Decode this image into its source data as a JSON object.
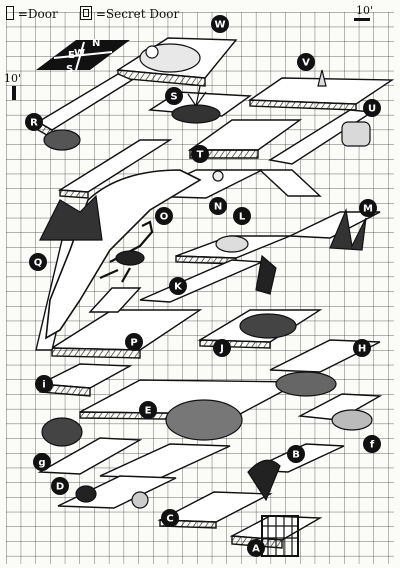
{
  "legend": {
    "door_label": "=Door",
    "secret_door_label": "=Secret Door",
    "scale_top": "10'",
    "scale_left": "10'"
  },
  "compass": {
    "n": "N",
    "e": "E",
    "s": "S",
    "w": "W"
  },
  "rooms": [
    {
      "id": "A",
      "name": "A"
    },
    {
      "id": "B",
      "name": "B"
    },
    {
      "id": "C",
      "name": "C"
    },
    {
      "id": "D",
      "name": "D"
    },
    {
      "id": "E",
      "name": "E"
    },
    {
      "id": "f",
      "name": "f"
    },
    {
      "id": "g",
      "name": "g"
    },
    {
      "id": "H",
      "name": "H"
    },
    {
      "id": "i",
      "name": "i"
    },
    {
      "id": "J",
      "name": "J"
    },
    {
      "id": "K",
      "name": "K"
    },
    {
      "id": "L",
      "name": "L"
    },
    {
      "id": "M",
      "name": "M"
    },
    {
      "id": "N",
      "name": "N"
    },
    {
      "id": "O",
      "name": "O"
    },
    {
      "id": "P",
      "name": "P"
    },
    {
      "id": "Q",
      "name": "Q"
    },
    {
      "id": "R",
      "name": "R"
    },
    {
      "id": "S",
      "name": "S"
    },
    {
      "id": "T",
      "name": "T"
    },
    {
      "id": "U",
      "name": "U"
    },
    {
      "id": "V",
      "name": "V"
    },
    {
      "id": "W",
      "name": "W"
    }
  ],
  "colors": {
    "ink": "#111111",
    "grid": "#2a2a2a",
    "paper": "#fbfbf8",
    "floor": "#ffffff"
  }
}
